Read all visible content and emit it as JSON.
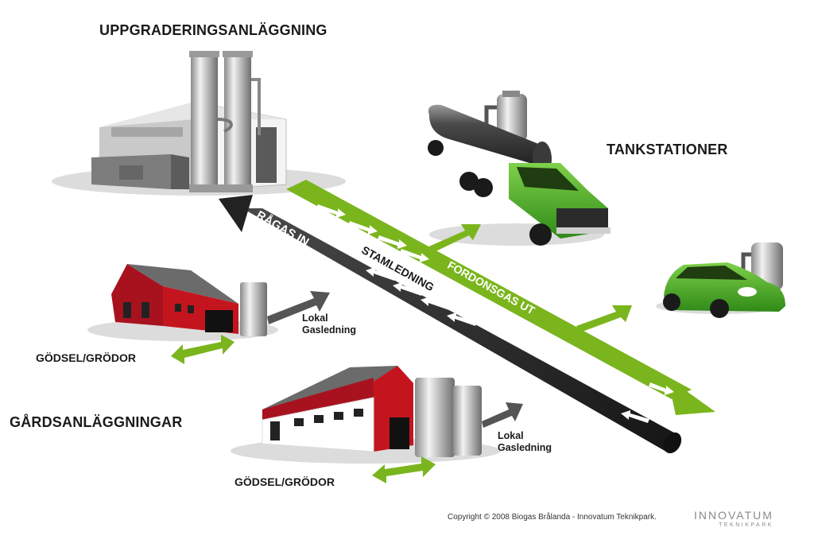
{
  "labels": {
    "upgrading_plant": "UPPGRADERINGSANLÄGGNING",
    "filling_stations": "TANKSTATIONER",
    "farm_plants": "GÅRDSANLÄGGNINGAR",
    "manure_crops_1": "GÖDSEL/GRÖDOR",
    "manure_crops_2": "GÖDSEL/GRÖDOR",
    "local_line_1_a": "Lokal",
    "local_line_1_b": "Gasledning",
    "local_line_2_a": "Lokal",
    "local_line_2_b": "Gasledning",
    "raw_gas_in": "RÅGAS IN",
    "trunk_line": "STAMLEDNING",
    "vehicle_gas_out": "FORDONSGAS UT"
  },
  "footer": {
    "copyright": "Copyright © 2008 Biogas Brålanda - Innovatum Teknikpark.",
    "logo_main": "INNOVATUM",
    "logo_sub": "TEKNIKPARK"
  },
  "colors": {
    "green": "#7ab51d",
    "dark_pipe": "#2a2a2a",
    "barn_red": "#a8121f",
    "logo_grey": "#8a8a8a",
    "logo_green": "#7ab51d"
  }
}
